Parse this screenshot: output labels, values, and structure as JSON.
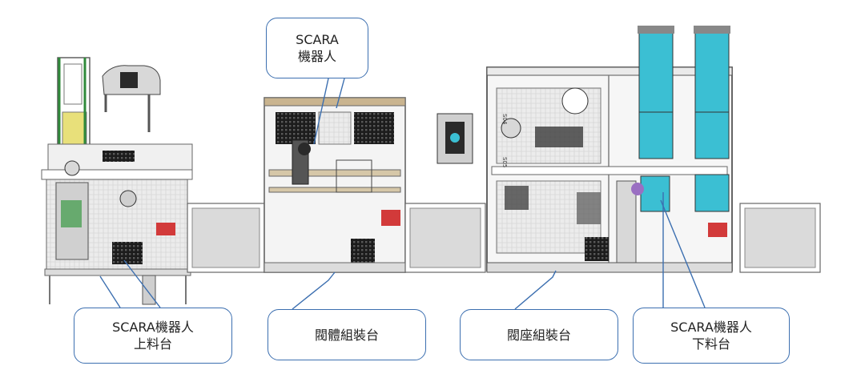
{
  "callouts": {
    "scara_robot": {
      "line1": "SCARA",
      "line2": "機器人"
    },
    "loading": {
      "line1": "SCARA機器人",
      "line2": "上料台"
    },
    "body_assembly": {
      "line1": "閥體組裝台"
    },
    "seat_assembly": {
      "line1": "閥座組裝台"
    },
    "unloading": {
      "line1": "SCARA機器人",
      "line2": "下料台"
    }
  },
  "machine_labels": {
    "s05": "S05",
    "s04": "S04"
  },
  "colors": {
    "callout_border": "#3c6fb0",
    "frame": "#8c8c8c",
    "panel": "#e6e6e6",
    "conveyor_cyan": "#3bbfd3",
    "hopper_yellow": "#e8e07a",
    "motor_red": "#d23a3a",
    "tray_dark": "#1e1e1e"
  }
}
